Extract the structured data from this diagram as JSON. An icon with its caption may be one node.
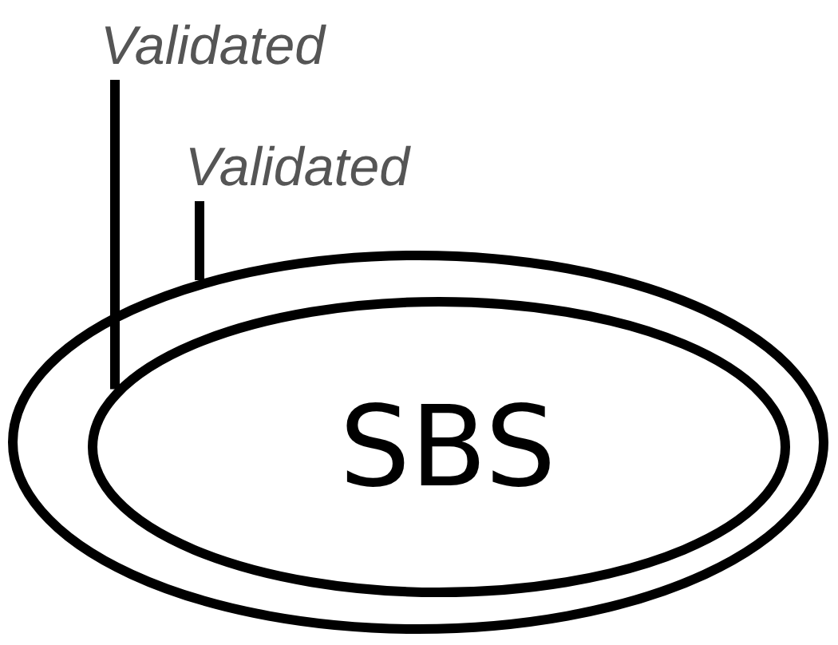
{
  "diagram": {
    "nodes": [
      {
        "text": [],
        "shape": "ellipse"
      },
      {
        "text": [
          "SBS"
        ],
        "in": 0
      },
      {
        "text": [
          "Validated"
        ]
      },
      {
        "text": [
          "Validated"
        ]
      }
    ],
    "edges": [
      {
        "from": 2,
        "to": 1,
        "arrow": "none"
      },
      {
        "from": 3,
        "to": 0,
        "arrow": "none"
      }
    ]
  }
}
